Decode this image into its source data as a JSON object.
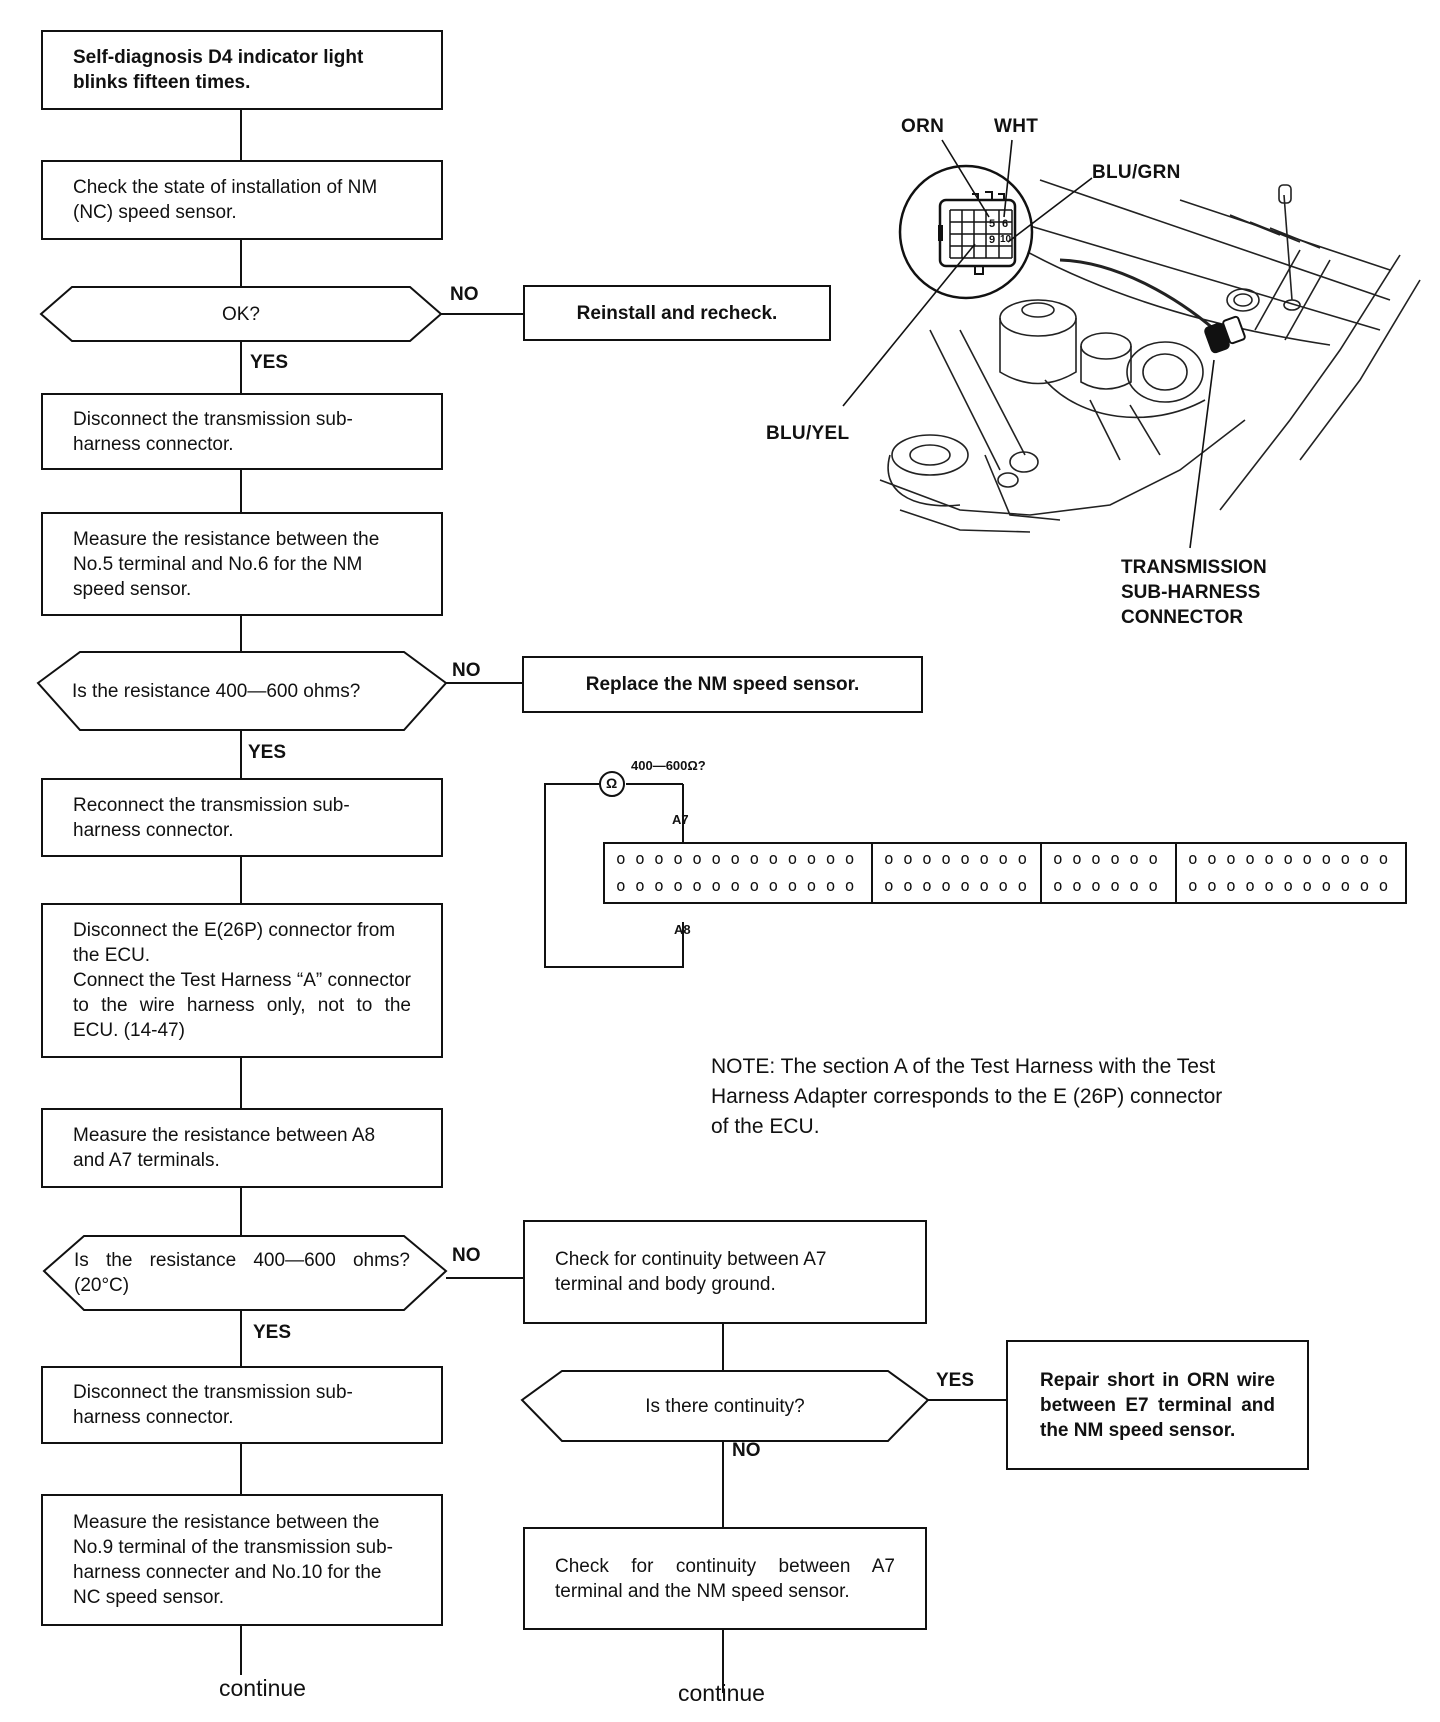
{
  "flow": {
    "step1": "Self-diagnosis D4 indicator light blinks fifteen times.",
    "step2": "Check the state of installation of NM (NC) speed sensor.",
    "q_ok": "OK?",
    "reinstall": "Reinstall and recheck.",
    "step3": "Disconnect the transmission sub-harness connector.",
    "step4": "Measure the resistance between the No.5 terminal and No.6 for the NM speed sensor.",
    "q_res1": "Is the resistance 400—600 ohms?",
    "replace": "Replace the NM speed sensor.",
    "step5": "Reconnect the transmission sub-harness connector.",
    "step6a": "Disconnect the E(26P) connector from the ECU.",
    "step6b": "Connect the Test Harness “A” connector to the wire harness only, not to the ECU. (14-47)",
    "step7": "Measure the resistance between A8 and A7 terminals.",
    "q_res2": "Is the resistance 400—600 ohms? (20°C)",
    "check_ground": "Check for continuity between A7 terminal and body ground.",
    "q_cont": "Is there continuity?",
    "repair": "Repair short in ORN wire between E7 terminal and the NM speed sensor.",
    "step8": "Disconnect the transmission sub-harness connector.",
    "step9": "Measure the resistance between the No.9 terminal of the transmission sub-harness connecter and No.10 for the NC speed sensor.",
    "check_sensor": "Check for continuity between A7 terminal and the NM speed sensor.",
    "continue_left": "continue",
    "continue_right": "continue",
    "yes": "YES",
    "no": "NO"
  },
  "illustration": {
    "orn": "ORN",
    "wht": "WHT",
    "blu_grn": "BLU/GRN",
    "blu_yel": "BLU/YEL",
    "pin5": "5",
    "pin6": "6",
    "pin9": "9",
    "pin10": "10",
    "connector_label_1": "TRANSMISSION",
    "connector_label_2": "SUB-HARNESS",
    "connector_label_3": "CONNECTOR"
  },
  "meter": {
    "reading": "400—600Ω?",
    "ohm_symbol": "Ω",
    "a7": "A7",
    "a8": "A8",
    "block1_row": "o o o o o o o o o o o o o",
    "block2_row": "o o o o o o o o",
    "block3_row": "o o o o o o",
    "block4_row": "o o o o o o o o o o o"
  },
  "note": {
    "line1": "NOTE:  The section A of the Test Harness with the Test",
    "line2": "Harness Adapter corresponds to the E (26P) connector",
    "line3": "of the ECU."
  }
}
